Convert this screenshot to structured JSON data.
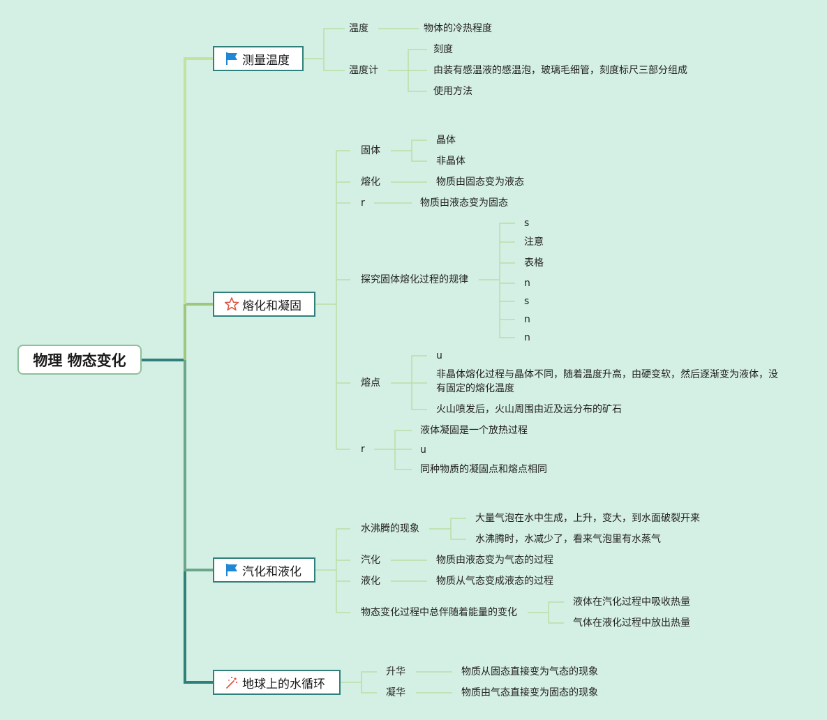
{
  "root": {
    "label": "物理 物态变化"
  },
  "branches": [
    {
      "label": "测量温度",
      "icon": "flag-icon",
      "children": [
        {
          "label": "温度",
          "children": [
            {
              "label": "物体的冷热程度"
            }
          ]
        },
        {
          "label": "温度计",
          "children": [
            {
              "label": "刻度"
            },
            {
              "label": "由装有感温液的感温泡，玻璃毛细管，刻度标尺三部分组成"
            },
            {
              "label": "使用方法"
            }
          ]
        }
      ]
    },
    {
      "label": "熔化和凝固",
      "icon": "star-icon",
      "children": [
        {
          "label": "固体",
          "children": [
            {
              "label": "晶体"
            },
            {
              "label": "非晶体"
            }
          ]
        },
        {
          "label": "熔化",
          "children": [
            {
              "label": "物质由固态变为液态"
            }
          ]
        },
        {
          "label": "r",
          "children": [
            {
              "label": "物质由液态变为固态"
            }
          ]
        },
        {
          "label": "探究固体熔化过程的规律",
          "children": [
            {
              "label": "s"
            },
            {
              "label": "注意"
            },
            {
              "label": "表格"
            },
            {
              "label": "n"
            },
            {
              "label": "s"
            },
            {
              "label": "n"
            },
            {
              "label": "n"
            }
          ]
        },
        {
          "label": "熔点",
          "children": [
            {
              "label": "u"
            },
            {
              "label": "非晶体熔化过程与晶体不同，随着温度升高，由硬变软，然后逐渐变为液体，没有固定的熔化温度"
            },
            {
              "label": "火山喷发后，火山周围由近及远分布的矿石"
            }
          ]
        },
        {
          "label": "r",
          "children": [
            {
              "label": "液体凝固是一个放热过程"
            },
            {
              "label": "u"
            },
            {
              "label": "同种物质的凝固点和熔点相同"
            }
          ]
        }
      ]
    },
    {
      "label": "汽化和液化",
      "icon": "flag-icon",
      "children": [
        {
          "label": "水沸腾的现象",
          "children": [
            {
              "label": "大量气泡在水中生成，上升，变大，到水面破裂开来"
            },
            {
              "label": "水沸腾时，水减少了，看来气泡里有水蒸气"
            }
          ]
        },
        {
          "label": "汽化",
          "children": [
            {
              "label": "物质由液态变为气态的过程"
            }
          ]
        },
        {
          "label": "液化",
          "children": [
            {
              "label": "物质从气态变成液态的过程"
            }
          ]
        },
        {
          "label": "物态变化过程中总伴随着能量的变化",
          "children": [
            {
              "label": "液体在汽化过程中吸收热量"
            },
            {
              "label": "气体在液化过程中放出热量"
            }
          ]
        }
      ]
    },
    {
      "label": "地球上的水循环",
      "icon": "sparkle-icon",
      "children": [
        {
          "label": "升华",
          "children": [
            {
              "label": "物质从固态直接变为气态的现象"
            }
          ]
        },
        {
          "label": "凝华",
          "children": [
            {
              "label": "物质由气态直接变为固态的现象"
            }
          ]
        }
      ]
    }
  ],
  "colors": {
    "background": "#d4efe3",
    "branch1_line": "#c3e2a0",
    "branch2_line": "#9cc77c",
    "branch3_line": "#6aa78a",
    "branch4_line": "#2f7f7a",
    "leaf_line": "#b9dfa8",
    "flag": "#1e88d6",
    "star": "#e05545"
  }
}
